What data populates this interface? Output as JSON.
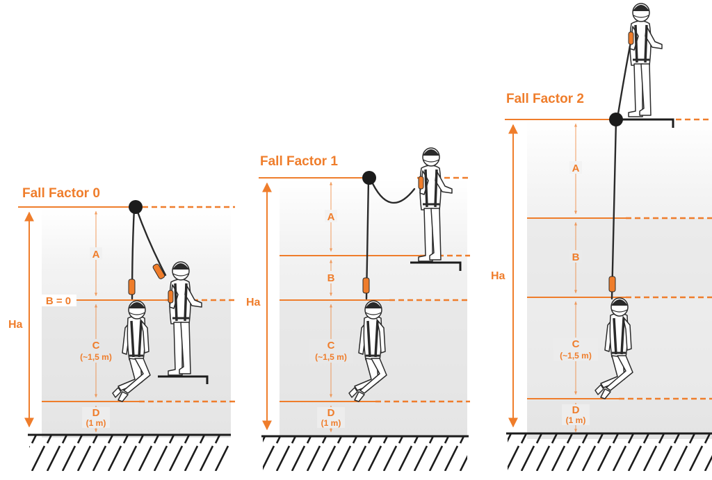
{
  "panels": [
    {
      "title": "Fall Factor 0",
      "ha": "Ha",
      "a": "A",
      "b": "B = 0",
      "c": "C",
      "c_sub": "(~1,5 m)",
      "d": "D",
      "d_sub": "(1 m)"
    },
    {
      "title": "Fall Factor 1",
      "ha": "Ha",
      "a": "A",
      "b": "B",
      "c": "C",
      "c_sub": "(~1,5 m)",
      "d": "D",
      "d_sub": "(1 m)"
    },
    {
      "title": "Fall Factor 2",
      "ha": "Ha",
      "a": "A",
      "b": "B",
      "c": "C",
      "c_sub": "(~1,5 m)",
      "d": "D",
      "d_sub": "(1 m)"
    }
  ],
  "colors": {
    "accent": "#ef7d2b",
    "ink": "#2a2a2a",
    "shade": "#ececec"
  }
}
